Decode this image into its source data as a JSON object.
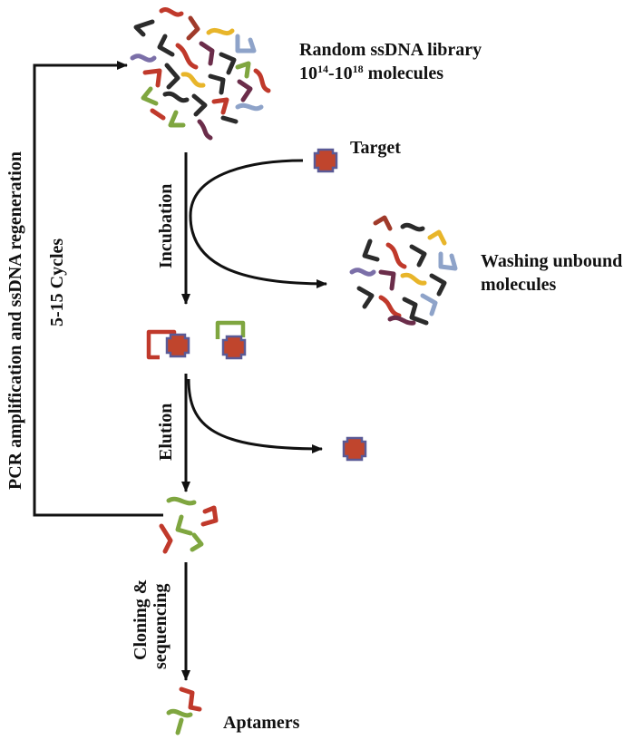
{
  "labels": {
    "library_title": "Random ssDNA library",
    "library_count_base1": "10",
    "library_count_exp1": "14",
    "library_count_sep": "-10",
    "library_count_exp2": "18",
    "library_count_unit": " molecules",
    "target": "Target",
    "washing_line1": "Washing unbound",
    "washing_line2": "molecules",
    "incubation": "Incubation",
    "elution": "Elution",
    "cloning_line1": "Cloning &",
    "cloning_line2": "sequencing",
    "aptamers": "Aptamers",
    "pcr": "PCR amplification and ssDNA regeneration",
    "cycles": "5-15 Cycles"
  },
  "colors": {
    "strand_palette": [
      "#c0392b",
      "#2b2b2b",
      "#e8b52a",
      "#7fa640",
      "#7b6fa8",
      "#8ea3c9",
      "#6b2d4a",
      "#a03a2a"
    ],
    "target_fill": "#c0452d",
    "target_outline": "#5a5a96",
    "arrow": "#111111"
  }
}
